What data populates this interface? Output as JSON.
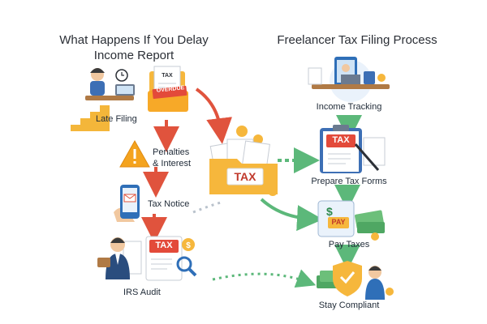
{
  "left_column": {
    "title_line1": "What Happens If You Delay",
    "title_line2": "Income Report",
    "steps": [
      {
        "label": "Late Filing",
        "icon": "late-filing-person-icon"
      },
      {
        "label": "Penalties",
        "label2": "& Interest",
        "icon": "warning-icon"
      },
      {
        "label": "Tax Notice",
        "icon": "phone-notice-icon"
      },
      {
        "label": "IRS Audit",
        "icon": "auditor-icon"
      }
    ],
    "folder_tab": "TAX",
    "stamp": "OVERDUE"
  },
  "right_column": {
    "title": "Freelancer Tax Filing Process",
    "steps": [
      {
        "label": "Income Tracking",
        "icon": "laptop-person-icon"
      },
      {
        "label": "Prepare Tax Forms",
        "icon": "clipboard-icon",
        "badge": "TAX"
      },
      {
        "label": "Pay Taxes",
        "icon": "pay-check-icon",
        "badge": "PAY"
      },
      {
        "label": "Stay Compliant",
        "icon": "shield-check-icon"
      }
    ]
  },
  "center": {
    "folder_label": "TAX"
  },
  "audit_doc_label": "TAX",
  "colors": {
    "red_arrow": "#e0533d",
    "green_arrow": "#5cb87a",
    "folder": "#f6b73c",
    "accent_blue": "#2f6fb8"
  }
}
